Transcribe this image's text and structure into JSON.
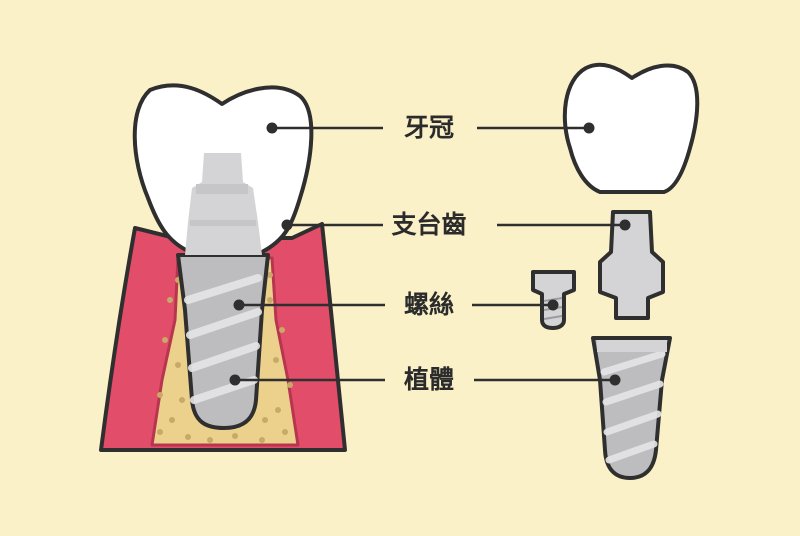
{
  "colors": {
    "background": "#fbf1c8",
    "outline": "#2f2f2f",
    "crown": "#ffffff",
    "gum": "#e24d6a",
    "gum_dark": "#b83550",
    "bone": "#ecd18d",
    "bone_dot": "#c8a967",
    "metal_light": "#d4d4d6",
    "metal_mid": "#bdbdc0",
    "metal_dark": "#9c9ca0",
    "label_text": "#2b2b2b"
  },
  "labels": {
    "crown": "牙冠",
    "abutment": "支台齒",
    "screw": "螺絲",
    "implant": "植體"
  }
}
